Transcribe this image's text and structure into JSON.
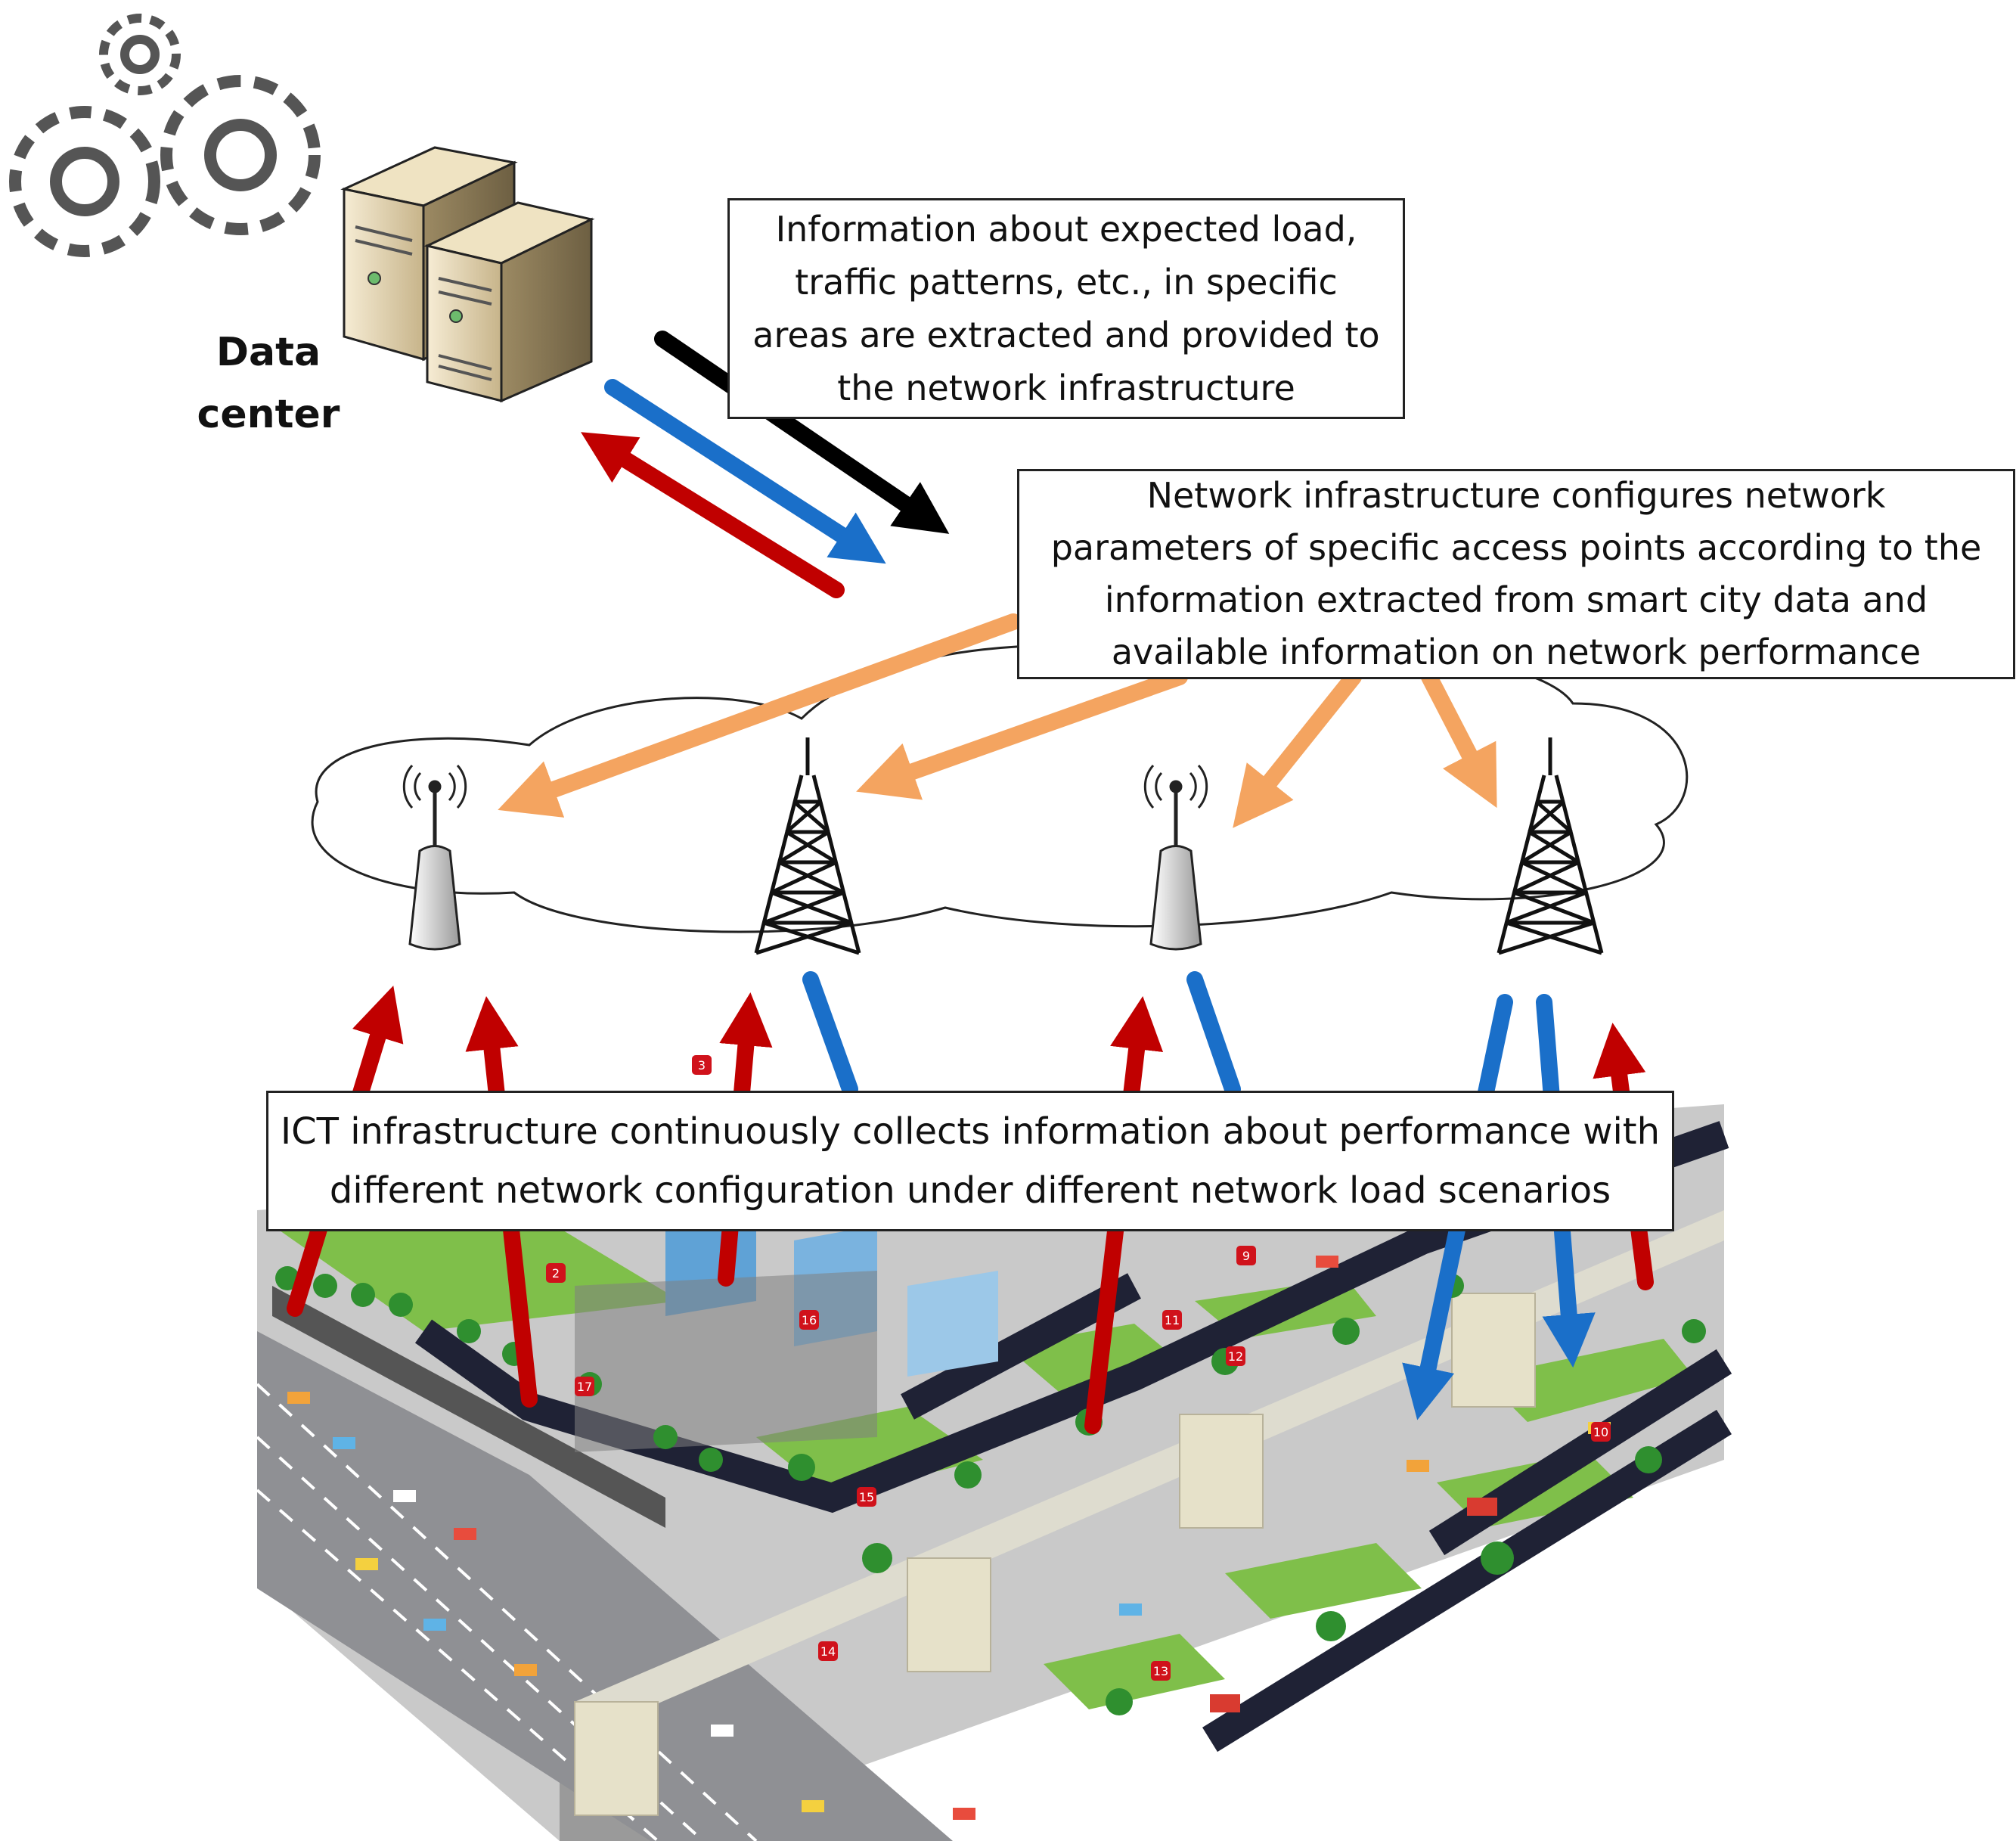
{
  "data_center": {
    "label": "Data\ncenter",
    "icons": [
      "gear-icon",
      "gear-icon",
      "gear-icon",
      "server-icon",
      "server-icon"
    ]
  },
  "boxes": {
    "info": "Information about expected load,\ntraffic patterns, etc., in specific\nareas are extracted and provided to\nthe network infrastructure",
    "network": "Network infrastructure configures network\nparameters of specific access points according to the\ninformation extracted from smart city data and\navailable information on network performance",
    "ict": "ICT infrastructure continuously collects information about performance with\ndifferent network configuration under different network load scenarios"
  },
  "network_elements": [
    "wifi-access-point",
    "cell-tower",
    "wifi-access-point",
    "cell-tower"
  ],
  "arrow_colors": {
    "black": "#000000",
    "blue": "#1a6fc9",
    "red": "#c00000",
    "orange": "#f4a460"
  },
  "city_markers": [
    "2",
    "3",
    "9",
    "10",
    "11",
    "12",
    "13",
    "14",
    "15",
    "16",
    "17"
  ]
}
